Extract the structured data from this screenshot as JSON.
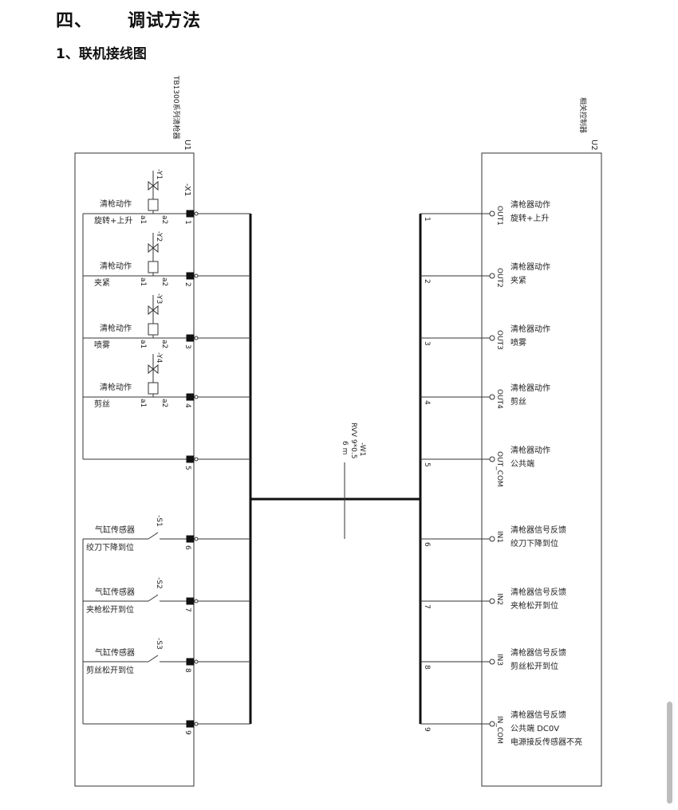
{
  "page": {
    "heading_num": "四、",
    "heading_text": "调试方法",
    "subheading": "1、联机接线图"
  },
  "diagram": {
    "left_box": {
      "ref": "U1",
      "name": "TB1300系列清枪器",
      "connector": "-X1"
    },
    "right_box": {
      "ref": "U2",
      "name": "相关控制器"
    },
    "cable": {
      "ref": "-W1",
      "spec": "RVV 9*0.5",
      "length": "6 m"
    },
    "valves": [
      {
        "ref": "-Y1",
        "label1": "清枪动作",
        "label2": "旋转+上升",
        "a1": "a1",
        "a2": "a2",
        "pin": "1"
      },
      {
        "ref": "-Y2",
        "label1": "清枪动作",
        "label2": "夹紧",
        "a1": "a1",
        "a2": "a2",
        "pin": "2"
      },
      {
        "ref": "-Y3",
        "label1": "清枪动作",
        "label2": "喷雾",
        "a1": "a1",
        "a2": "a2",
        "pin": "3"
      },
      {
        "ref": "-Y4",
        "label1": "清枪动作",
        "label2": "剪丝",
        "a1": "a1",
        "a2": "a2",
        "pin": "4"
      }
    ],
    "common_pin": "5",
    "sensors": [
      {
        "ref": "-S1",
        "label1": "气缸传感器",
        "label2": "绞刀下降到位",
        "pin": "6"
      },
      {
        "ref": "-S2",
        "label1": "气缸传感器",
        "label2": "夹枪松开到位",
        "pin": "7"
      },
      {
        "ref": "-S3",
        "label1": "气缸传感器",
        "label2": "剪丝松开到位",
        "pin": "8"
      }
    ],
    "sensor_common_pin": "9",
    "right_ports": [
      {
        "port": "OUT1",
        "wire": "1",
        "line1": "清枪器动作",
        "line2": "旋转+上升"
      },
      {
        "port": "OUT2",
        "wire": "2",
        "line1": "清枪器动作",
        "line2": "夹紧"
      },
      {
        "port": "OUT3",
        "wire": "3",
        "line1": "清枪器动作",
        "line2": "喷雾"
      },
      {
        "port": "OUT4",
        "wire": "4",
        "line1": "清枪器动作",
        "line2": "剪丝"
      },
      {
        "port": "OUT_COM",
        "wire": "5",
        "line1": "清枪器动作",
        "line2": "公共端"
      },
      {
        "port": "IN1",
        "wire": "6",
        "line1": "清枪器信号反馈",
        "line2": "绞刀下降到位"
      },
      {
        "port": "IN2",
        "wire": "7",
        "line1": "清枪器信号反馈",
        "line2": "夹枪松开到位"
      },
      {
        "port": "IN3",
        "wire": "8",
        "line1": "清枪器信号反馈",
        "line2": "剪丝松开到位"
      },
      {
        "port": "IN_COM",
        "wire": "9",
        "line1": "清枪器信号反馈",
        "line2": "公共端 DC0V",
        "line3": "电源接反传感器不亮"
      }
    ]
  }
}
